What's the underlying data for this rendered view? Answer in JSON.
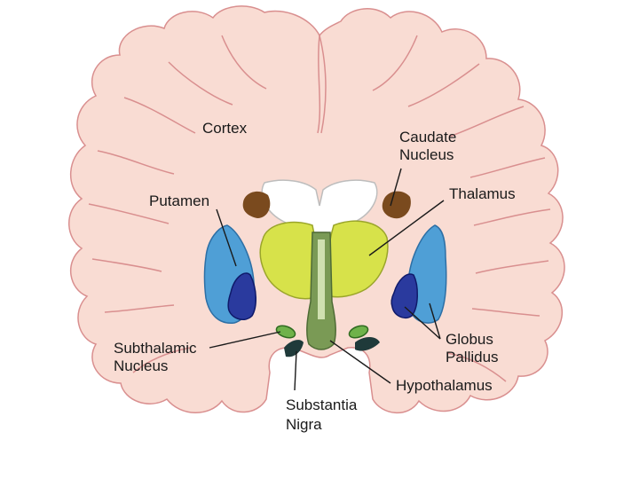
{
  "diagram": {
    "labels": {
      "cortex": "Cortex",
      "caudate_1": "Caudate",
      "caudate_2": "Nucleus",
      "putamen": "Putamen",
      "thalamus": "Thalamus",
      "subthalamic_1": "Subthalamic",
      "subthalamic_2": "Nucleus",
      "globus_1": "Globus",
      "globus_2": "Pallidus",
      "hypothalamus": "Hypothalamus",
      "substantia_1": "Substantia",
      "substantia_2": "Nigra"
    },
    "colors": {
      "cortex_fill": "#f9dcd3",
      "cortex_outline": "#d98f8f",
      "ventricle": "#ffffff",
      "caudate": "#7a4a1e",
      "thalamus": "#d7e24a",
      "putamen": "#4f9fd6",
      "globus_pallidus": "#2a3a9e",
      "hypothalamus": "#7a9a55",
      "subthalamic": "#6fb24a",
      "substantia_nigra": "#1f3a3a"
    }
  }
}
